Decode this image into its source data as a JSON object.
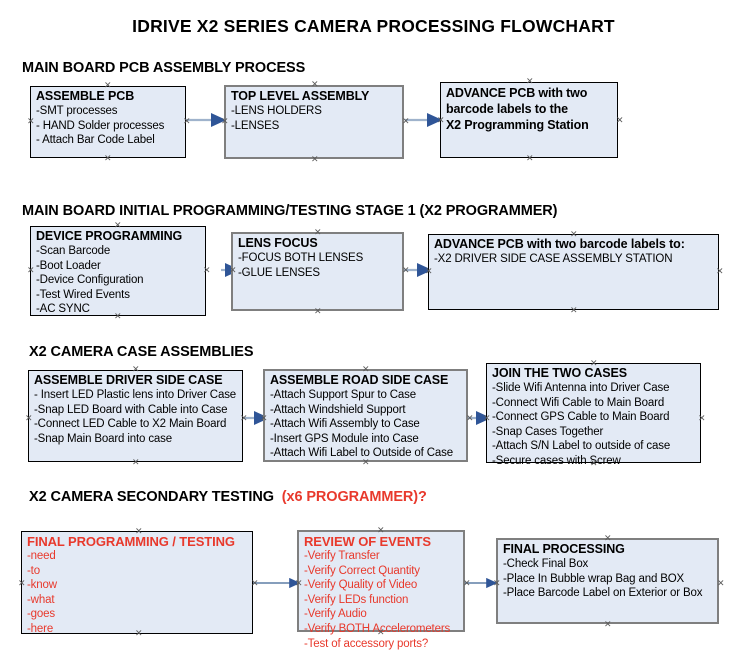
{
  "document": {
    "title": "IDRIVE X2  SERIES CAMERA PROCESSING FLOWCHART"
  },
  "colors": {
    "box_fill": "#e3eaf5",
    "box_border": "#000000",
    "box_border_thick": "#7f7f7f",
    "accent_red": "#e8392c",
    "arrow_line": "#9fb3cc",
    "arrow_head": "#2f5597",
    "text": "#000000"
  },
  "sections": [
    {
      "id": "pcb-assembly",
      "title": "MAIN BOARD PCB ASSEMBLY PROCESS",
      "title_accent": "",
      "nodes": [
        {
          "id": "assemble-pcb",
          "title": "ASSEMBLE PCB",
          "lines": [
            "-SMT processes",
            "- HAND Solder processes",
            "- Attach Bar Code Label"
          ]
        },
        {
          "id": "top-level-assembly",
          "title": "TOP LEVEL ASSEMBLY",
          "lines": [
            "-LENS HOLDERS",
            "-LENSES"
          ]
        },
        {
          "id": "advance-pcb-programming-station",
          "title": "",
          "lines": [
            "ADVANCE PCB with two",
            "barcode labels to the",
            " X2 Programming Station"
          ]
        }
      ]
    },
    {
      "id": "initial-programming",
      "title": "MAIN BOARD INITIAL PROGRAMMING/TESTING STAGE 1 (X2 PROGRAMMER)",
      "title_accent": "",
      "nodes": [
        {
          "id": "device-programming",
          "title": "DEVICE PROGRAMMING",
          "lines": [
            "-Scan Barcode",
            "-Boot Loader",
            "-Device Configuration",
            "-Test Wired Events",
            "-AC SYNC"
          ]
        },
        {
          "id": "lens-focus",
          "title": "LENS FOCUS",
          "lines": [
            "-FOCUS BOTH LENSES",
            "-GLUE LENSES"
          ]
        },
        {
          "id": "advance-pcb-driver-side",
          "title": "ADVANCE PCB with two barcode labels to:",
          "lines": [
            "-X2 DRIVER  SIDE  CASE  ASSEMBLY STATION"
          ]
        }
      ]
    },
    {
      "id": "case-assemblies",
      "title": "X2 CAMERA CASE ASSEMBLIES",
      "title_accent": "",
      "nodes": [
        {
          "id": "assemble-driver-side-case",
          "title": "ASSEMBLE DRIVER SIDE CASE",
          "lines": [
            "- Insert LED Plastic lens into Driver Case",
            "-Snap LED Board with Cable into Case",
            "-Connect LED Cable to X2 Main Board",
            "-Snap Main Board into case"
          ]
        },
        {
          "id": "assemble-road-side-case",
          "title": "ASSEMBLE ROAD SIDE CASE",
          "lines": [
            "-Attach Support Spur to Case",
            "-Attach Windshield Support",
            "-Attach Wifi Assembly to Case",
            "-Insert GPS Module into Case",
            "-Attach Wifi Label to Outside of Case"
          ]
        },
        {
          "id": "join-the-two-cases",
          "title": "JOIN THE TWO CASES",
          "lines": [
            "-Slide Wifi Antenna into Driver Case",
            "-Connect Wifi Cable to Main Board",
            "-Connect GPS Cable to Main Board",
            "-Snap Cases Together",
            "-Attach S/N Label to outside of case",
            "-Secure cases with Screw"
          ]
        }
      ]
    },
    {
      "id": "secondary-testing",
      "title": "X2 CAMERA SECONDARY TESTING",
      "title_accent": "(x6 PROGRAMMER)?",
      "nodes": [
        {
          "id": "final-programming-testing",
          "title": "FINAL PROGRAMMING / TESTING",
          "lines": [
            "-need",
            "-to",
            "-know",
            "-what",
            "-goes",
            "-here"
          ]
        },
        {
          "id": "review-of-events",
          "title": "REVIEW OF EVENTS",
          "lines": [
            "-Verify Transfer",
            "-Verify Correct Quantity",
            "-Verify Quality of Video",
            "-Verify LEDs function",
            "-Verify Audio",
            "-Verify BOTH Accelerometers",
            "-Test of accessory ports?"
          ]
        },
        {
          "id": "final-processing",
          "title": "FINAL PROCESSING",
          "lines": [
            " -Check Final Box",
            "-Place In Bubble wrap Bag and BOX",
            "-Place Barcode Label on Exterior or Box"
          ]
        }
      ]
    }
  ]
}
